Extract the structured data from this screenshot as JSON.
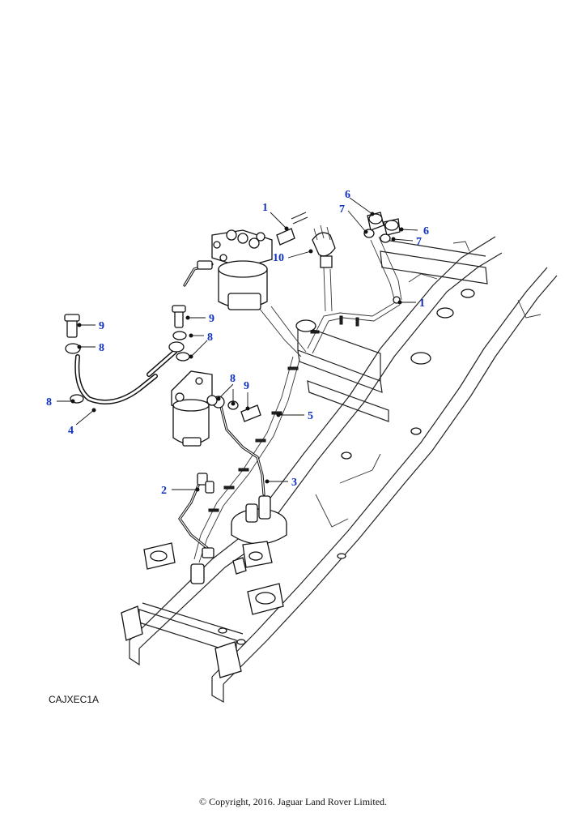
{
  "diagram": {
    "code": "CAJXEC1A",
    "copyright": "© Copyright, 2016. Jaguar Land Rover Limited.",
    "callouts": [
      {
        "id": "c1a",
        "label": "1"
      },
      {
        "id": "c1b",
        "label": "1"
      },
      {
        "id": "c2",
        "label": "2"
      },
      {
        "id": "c3",
        "label": "3"
      },
      {
        "id": "c4",
        "label": "4"
      },
      {
        "id": "c5",
        "label": "5"
      },
      {
        "id": "c6a",
        "label": "6"
      },
      {
        "id": "c6b",
        "label": "6"
      },
      {
        "id": "c7a",
        "label": "7"
      },
      {
        "id": "c7b",
        "label": "7"
      },
      {
        "id": "c8a",
        "label": "8"
      },
      {
        "id": "c8b",
        "label": "8"
      },
      {
        "id": "c8c",
        "label": "8"
      },
      {
        "id": "c8d",
        "label": "8"
      },
      {
        "id": "c9a",
        "label": "9"
      },
      {
        "id": "c9b",
        "label": "9"
      },
      {
        "id": "c9c",
        "label": "9"
      },
      {
        "id": "c10",
        "label": "10"
      }
    ]
  }
}
